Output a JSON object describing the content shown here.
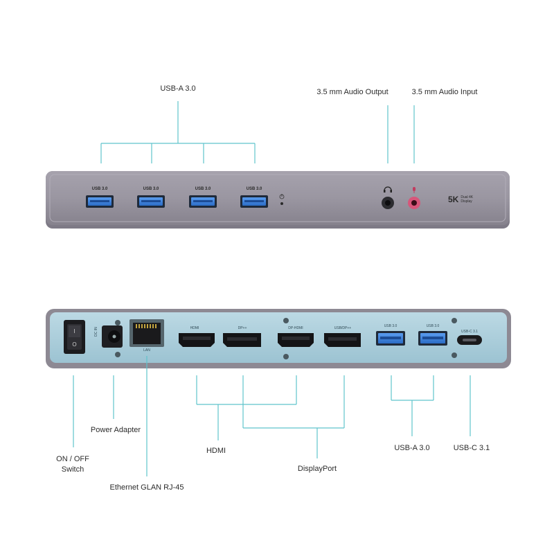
{
  "front_panel": {
    "callouts": {
      "usb_a": "USB-A 3.0",
      "audio_output": "3.5 mm Audio Output",
      "audio_input": "3.5 mm Audio Input"
    },
    "port_captions": [
      "USB 3.0",
      "USB 3.0",
      "USB 3.0",
      "USB 3.0"
    ],
    "brand": {
      "big": "5K",
      "small_line1": "Dual 4K",
      "small_line2": "Display"
    },
    "icons": [
      "power-led-icon",
      "headphone-icon",
      "microphone-icon"
    ]
  },
  "back_panel": {
    "callouts": {
      "on_off": "ON / OFF",
      "switch": "Switch",
      "power_adapter": "Power Adapter",
      "ethernet": "Ethernet GLAN RJ-45",
      "hdmi": "HDMI",
      "displayport": "DisplayPort",
      "usb_a": "USB-A 3.0",
      "usb_c": "USB-C 3.1"
    },
    "port_captions": {
      "dc_in": "DC IN",
      "lan": "LAN",
      "hdmi_1": "HDMI",
      "dp_1": "DP++",
      "hdmi_2": "DP-HDMI",
      "dp_2": "USB/DP++",
      "usb_1": "USB 3.0",
      "usb_2": "USB 3.0",
      "usb_c": "USB-C 3.1"
    }
  },
  "colors": {
    "callout_line": "#5fc4cc",
    "front_body": "#8f8b96",
    "front_face": "#9a96a1",
    "back_body": "#8d8993",
    "back_face": "#a7cbd9",
    "usb_blue": "#3a7fd8",
    "mic_pink": "#d7567a"
  }
}
